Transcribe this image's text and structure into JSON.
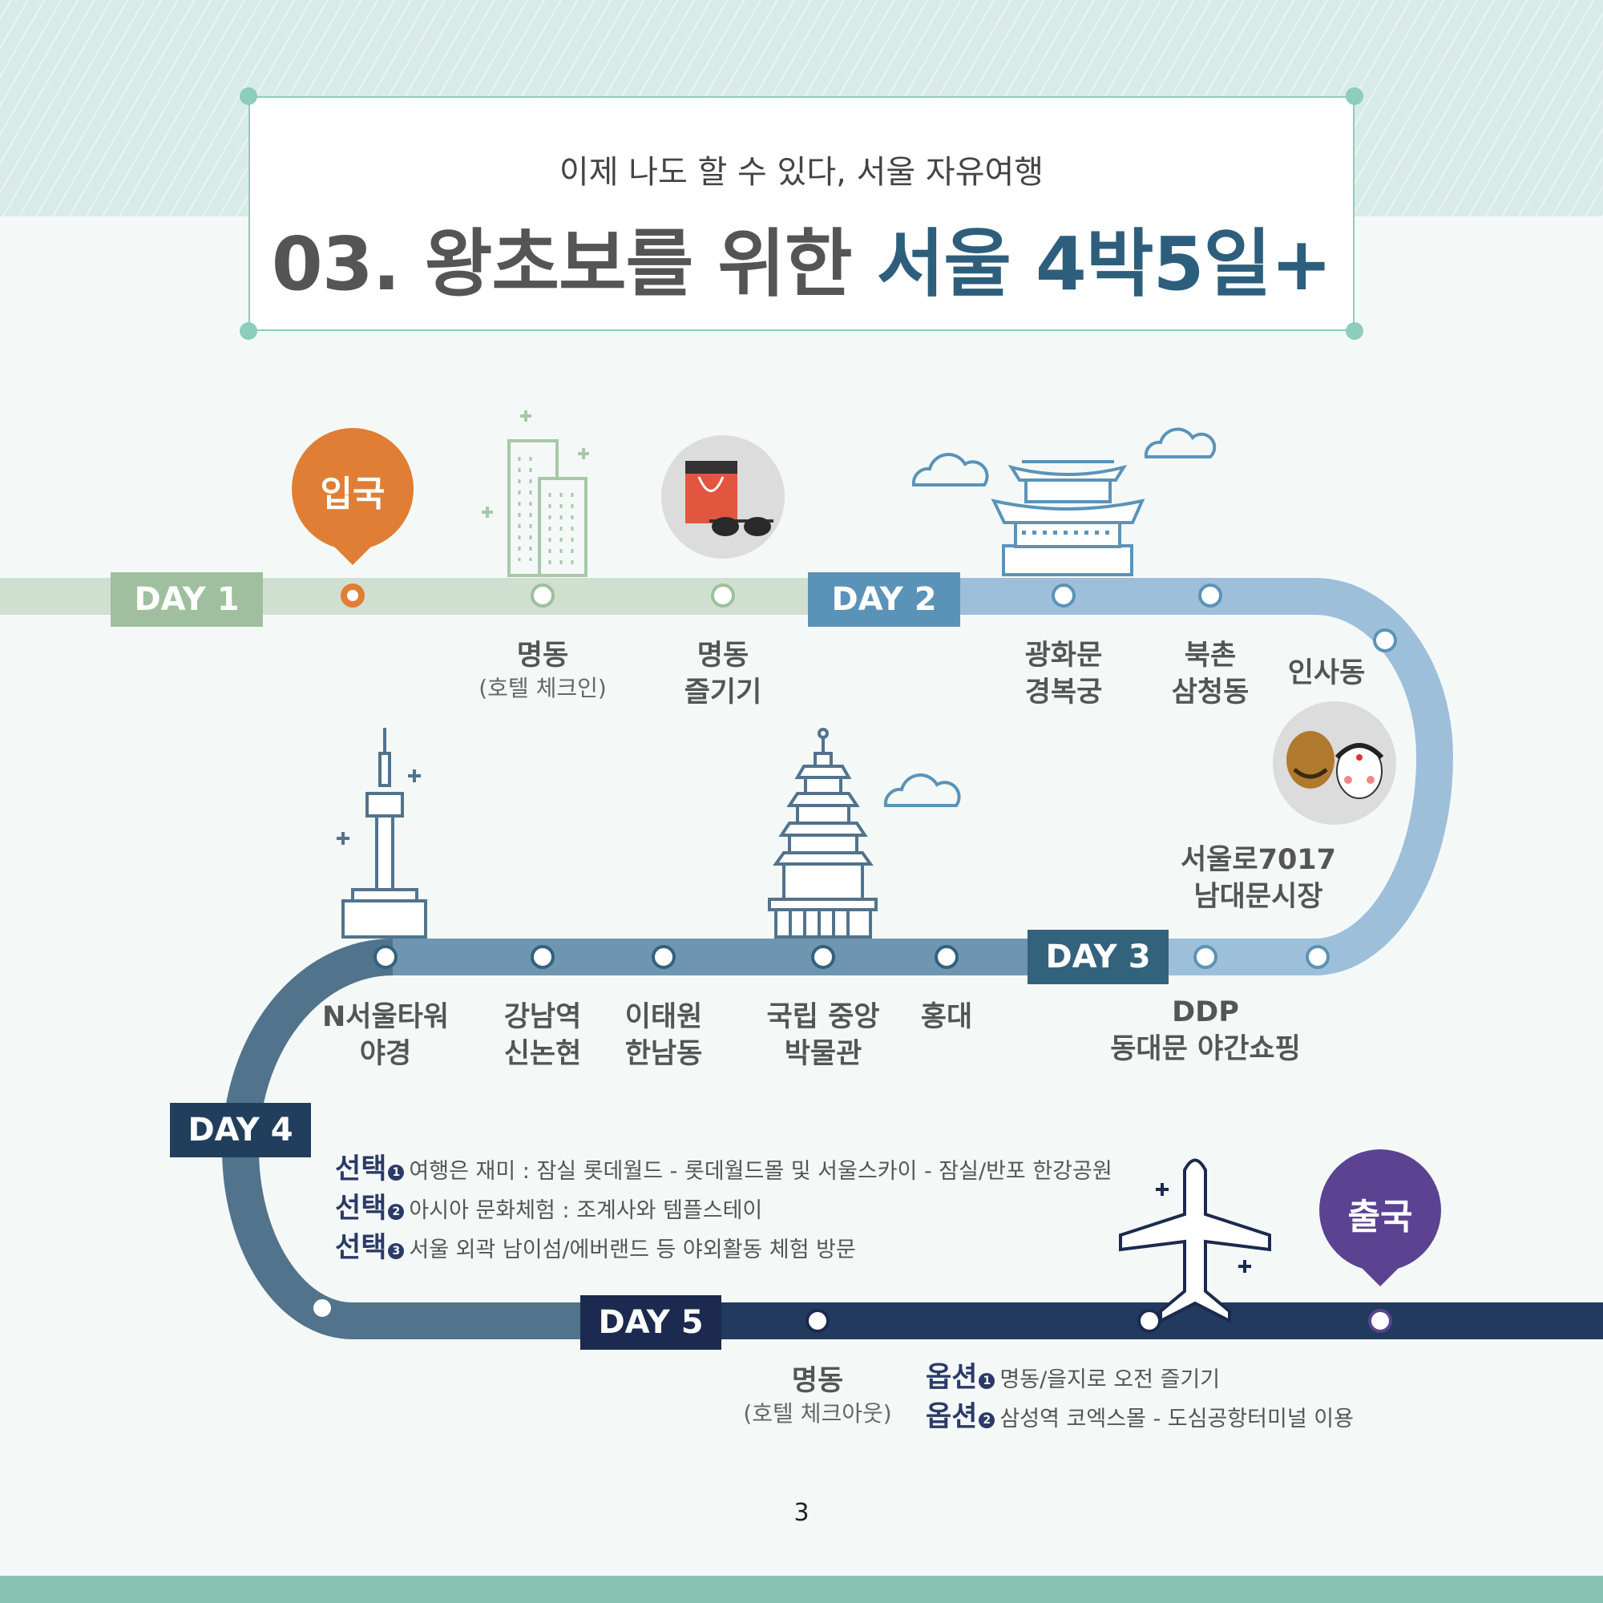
{
  "header": {
    "subtitle": "이제 나도 할 수 있다, 서울 자유여행",
    "title_main": "03. 왕초보를 위한 ",
    "title_highlight": "서울 4박5일+"
  },
  "colors": {
    "day1": "#9fbf9f",
    "day2": "#5b93b8",
    "day3": "#33627d",
    "day4": "#213f5c",
    "day5": "#1b2a4e",
    "arrival_pin": "#e07e35",
    "departure_pin": "#5b4391",
    "accent_text": "#2b3a67"
  },
  "days": {
    "day1": "DAY 1",
    "day2": "DAY 2",
    "day3": "DAY 3",
    "day4": "DAY 4",
    "day5": "DAY 5"
  },
  "pins": {
    "arrival": "입국",
    "departure": "출국"
  },
  "stops": {
    "myeongdong_checkin": {
      "name": "명동",
      "note": "(호텔 체크인)"
    },
    "myeongdong_enjoy": {
      "line1": "명동",
      "line2": "즐기기"
    },
    "gwanghwamun": {
      "line1": "광화문",
      "line2": "경복궁"
    },
    "bukchon": {
      "line1": "북촌",
      "line2": "삼청동"
    },
    "insadong": {
      "line1": "인사동"
    },
    "seoullo": {
      "line1": "서울로7017",
      "line2": "남대문시장"
    },
    "ddp": {
      "line1": "DDP",
      "line2": "동대문 야간쇼핑"
    },
    "hongdae": {
      "line1": "홍대"
    },
    "museum": {
      "line1": "국립 중앙",
      "line2": "박물관"
    },
    "itaewon": {
      "line1": "이태원",
      "line2": "한남동"
    },
    "gangnam": {
      "line1": "강남역",
      "line2": "신논현"
    },
    "ntower": {
      "line1": "N서울타워",
      "line2": "야경"
    },
    "myeongdong_checkout": {
      "name": "명동",
      "note": "(호텔 체크아웃)"
    }
  },
  "day4_choices": [
    {
      "label": "선택",
      "num": "1",
      "text": "여행은 재미 : 잠실 롯데월드 - 롯데월드몰 및 서울스카이 - 잠실/반포 한강공원"
    },
    {
      "label": "선택",
      "num": "2",
      "text": "아시아 문화체험 : 조계사와 템플스테이"
    },
    {
      "label": "선택",
      "num": "3",
      "text": "서울 외곽 남이섬/에버랜드 등 야외활동 체험 방문"
    }
  ],
  "day5_options": [
    {
      "label": "옵션",
      "num": "1",
      "text": "명동/을지로 오전 즐기기"
    },
    {
      "label": "옵션",
      "num": "2",
      "text": "삼성역 코엑스몰 - 도심공항터미널 이용"
    }
  ],
  "icons": [
    "building-icon",
    "shopping-bag-icon",
    "sunglasses-icon",
    "palace-icon",
    "cloud-icon",
    "mask-icon",
    "tower-icon",
    "museum-icon",
    "airplane-icon"
  ],
  "page_number": "3"
}
